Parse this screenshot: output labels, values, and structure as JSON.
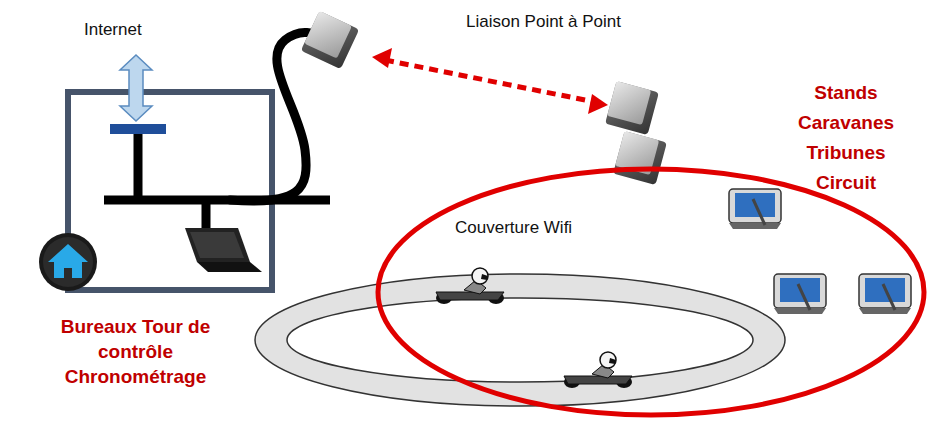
{
  "diagram": {
    "nodes": [
      {
        "text": [
          "Bureaux Tour de contrôle Chronométrage"
        ]
      },
      {
        "text": [
          "Couverture Wifi"
        ]
      }
    ],
    "labels": [
      "Internet",
      "Liaison Point à Point",
      "Stands Caravanes Tribunes Circuit"
    ]
  }
}
